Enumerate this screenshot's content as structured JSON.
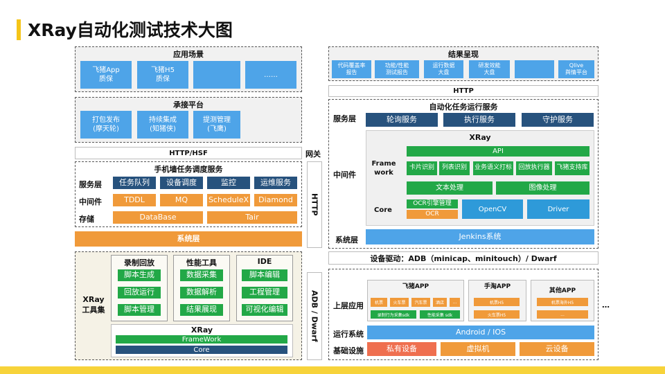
{
  "title": "XRay自动化测试技术大图",
  "left": {
    "app_scene": {
      "title": "应用场景",
      "items": [
        "飞猪App\n质保",
        "飞猪H5\n质保",
        "",
        "……"
      ]
    },
    "platform": {
      "title": "承接平台",
      "items": [
        "打包发布\n(摩天轮)",
        "持续集成\n(知猪侠)",
        "提测管理\n(飞鹰)"
      ]
    },
    "http_hsf": "HTTP/HSF",
    "gateway": "网关",
    "dispatch": {
      "title": "手机墙任务调度服务",
      "service_label": "服务层",
      "services": [
        "任务队列",
        "设备调度",
        "监控",
        "运维服务"
      ],
      "middleware_label": "中间件",
      "middlewares": [
        "TDDL",
        "MQ",
        "ScheduleX",
        "Diamond"
      ],
      "storage_label": "存储",
      "storages": [
        "DataBase",
        "Tair"
      ]
    },
    "system_layer": "系统层",
    "toolset": {
      "label": "XRay\n工具集",
      "groups": [
        {
          "title": "录制回放",
          "items": [
            "脚本生成",
            "回放运行",
            "脚本管理"
          ]
        },
        {
          "title": "性能工具",
          "items": [
            "数据采集",
            "数据解析",
            "结果展现"
          ]
        },
        {
          "title": "IDE",
          "items": [
            "脚本编辑",
            "工程管理",
            "可视化编辑"
          ]
        }
      ],
      "xray_title": "XRay",
      "framework": "FrameWork",
      "core": "Core"
    }
  },
  "middle": {
    "http": "HTTP",
    "adb": "ADB / Dwarf"
  },
  "right": {
    "result": {
      "title": "结果呈现",
      "items": [
        "代码覆盖率\n报告",
        "功能/性能\n测试报告",
        "运行数据\n大盘",
        "研发效能\n大盘",
        "",
        "Qlive\n舆情平台"
      ]
    },
    "http": "HTTP",
    "auto": {
      "title": "自动化任务运行服务",
      "service_label": "服务层",
      "services": [
        "轮询服务",
        "执行服务",
        "守护服务"
      ],
      "middleware_label": "中间件",
      "xray_title": "XRay",
      "framework_label": "Frame\nwork",
      "api": "API",
      "fw_items": [
        "卡片识别",
        "列表识别",
        "业务语义打标",
        "回放执行器",
        "飞猪支持库"
      ],
      "text_proc": "文本处理",
      "image_proc": "图像处理",
      "core_label": "Core",
      "ocr_mgr": "OCR引擎管理",
      "ocr": "OCR",
      "opencv": "OpenCV",
      "driver": "Driver",
      "system_label": "系统层",
      "jenkins": "Jenkins系统"
    },
    "device_driver": "设备驱动：ADB（minicap、minitouch）/ Dwarf",
    "device": {
      "upper_label": "上层应用",
      "apps": [
        {
          "title": "飞猪APP",
          "items": [
            "机票",
            "火车票",
            "汽车票",
            "酒店",
            "..."
          ],
          "sdk": [
            "录制行为采集sdk",
            "性能采集 sdk"
          ]
        },
        {
          "title": "手淘APP",
          "items": [
            "机票H5",
            "火车票H5"
          ]
        },
        {
          "title": "其他APP",
          "items": [
            "机票海外H5",
            "..."
          ]
        }
      ],
      "ellipsis": "…",
      "os_label": "运行系统",
      "os": "Android / IOS",
      "infra_label": "基础设施",
      "infra": [
        "私有设备",
        "虚拟机",
        "云设备"
      ]
    }
  },
  "colors": {
    "light_blue": "#4ea4e8",
    "navy": "#27527d",
    "orange": "#f09a3a",
    "green": "#22a847",
    "accent": "#f5c518"
  }
}
